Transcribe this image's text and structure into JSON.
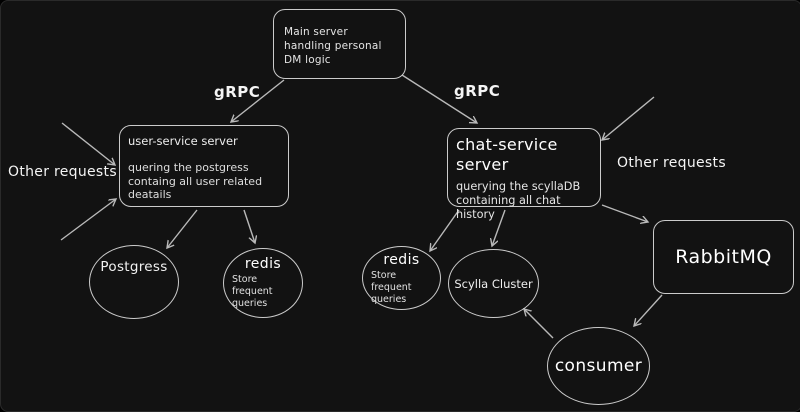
{
  "diagram": {
    "nodes": {
      "main_server": {
        "title": "Main server",
        "subtitle": "handling personal DM logic"
      },
      "user_service": {
        "title": "user-service server",
        "line1": "quering the postgress",
        "line2": "containg all user related deatails"
      },
      "chat_service": {
        "title": "chat-service server",
        "line1": "querying the scyllaDB",
        "line2": "containing all chat history"
      },
      "postgress": {
        "label": "Postgress"
      },
      "redis_left": {
        "label": "redis",
        "sub": "Store frequent queries"
      },
      "redis_right": {
        "label": "redis",
        "sub": "Store frequent queries"
      },
      "scylla": {
        "label": "Scylla Cluster"
      },
      "rabbitmq": {
        "label": "RabbitMQ"
      },
      "consumer": {
        "label": "consumer"
      }
    },
    "edge_labels": {
      "grpc_left": "gRPC",
      "grpc_right": "gRPC",
      "other_requests_left": "Other requests",
      "other_requests_right": "Other requests"
    },
    "colors": {
      "background": "#121212",
      "stroke": "#cbcbcb",
      "arrow": "#b9b9b9",
      "text": "#e8e8e8",
      "bright_text": "#ffffff"
    }
  }
}
